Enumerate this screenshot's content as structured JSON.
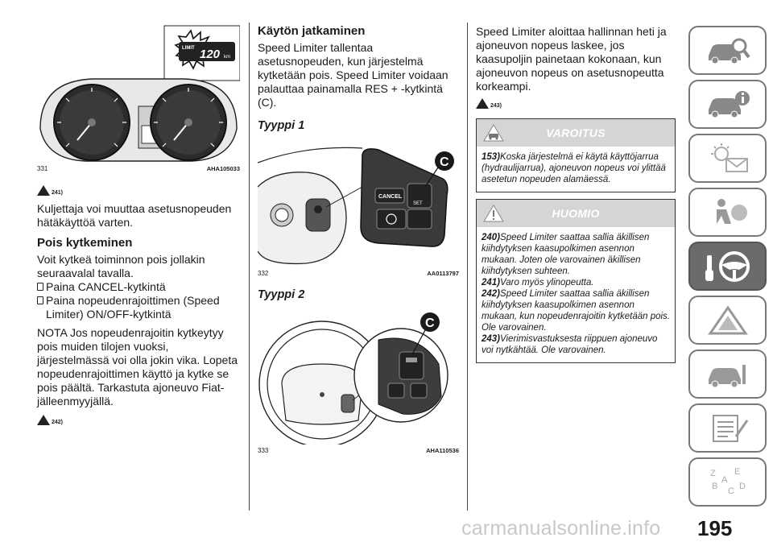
{
  "col1": {
    "fig331": {
      "number": "331",
      "code": "AHA105033",
      "speed": "120",
      "speed_unit": "km",
      "limit_label": "LIMIT"
    },
    "ref241": "241)",
    "intro": "Kuljettaja voi muuttaa asetusnopeuden hätäkäyttöä varten.",
    "heading": "Pois kytkeminen",
    "p1": "Voit kytkeä toiminnon pois jollakin seuraavalal tavalla.",
    "bullets": [
      "Paina CANCEL-kytkintä",
      "Paina nopeudenrajoittimen (Speed Limiter) ON/OFF-kytkintä"
    ],
    "nota": "NOTA  Jos nopeudenrajoitin kytkeytyy pois muiden tilojen vuoksi, järjestelmässä voi olla jokin vika. Lopeta nopeudenrajoittimen käyttö ja kytke se pois päältä. Tarkastuta ajoneuvo Fiat-jälleenmyyjällä.",
    "ref242": "242)"
  },
  "col2": {
    "heading": "Käytön jatkaminen",
    "p1": "Speed Limiter tallentaa asetusnopeuden, kun järjestelmä kytketään pois. Speed Limiter voidaan palauttaa painamalla RES + -kytkintä (C).",
    "type1": "Tyyppi 1",
    "fig332": {
      "number": "332",
      "code": "AA0113797",
      "callout": "C",
      "cancel": "CANCEL",
      "set": "SET"
    },
    "type2": "Tyyppi 2",
    "fig333": {
      "number": "333",
      "code": "AHA110536",
      "callout": "C"
    }
  },
  "col3": {
    "p1": "Speed Limiter aloittaa hallinnan heti ja ajoneuvon nopeus laskee, jos kaasupoljin painetaan kokonaan, kun ajoneuvon nopeus on asetusnopeutta korkeampi.",
    "ref243": "243)",
    "warning": {
      "title": "VAROITUS",
      "items": [
        {
          "num": "153)",
          "text": "Koska järjestelmä ei käytä käyttöjarrua (hydraulijarrua), ajoneuvon nopeus voi ylittää asetetun nopeuden alamäessä."
        }
      ]
    },
    "caution": {
      "title": "HUOMIO",
      "items": [
        {
          "num": "240)",
          "text": "Speed Limiter saattaa sallia äkillisen kiihdytyksen kaasupolkimen asennon mukaan. Joten ole varovainen äkillisen kiihdytyksen suhteen."
        },
        {
          "num": "241)",
          "text": "Varo myös ylinopeutta."
        },
        {
          "num": "242)",
          "text": "Speed Limiter saattaa sallia äkillisen kiihdytyksen kaasupolkimen asennon mukaan, kun nopeudenrajoitin kytketään pois. Ole varovainen."
        },
        {
          "num": "243)",
          "text": "Vierimisvastuksesta riippuen ajoneuvo voi nytkähtää. Ole varovainen."
        }
      ]
    }
  },
  "tabs": [
    "car-search-icon",
    "car-info-icon",
    "warning-lights-icon",
    "airbag-icon",
    "steering-wheel-key-icon",
    "warning-triangle-icon",
    "car-service-icon",
    "specifications-icon",
    "index-icon"
  ],
  "page_number": "195",
  "watermark": "carmanualsonline.info"
}
